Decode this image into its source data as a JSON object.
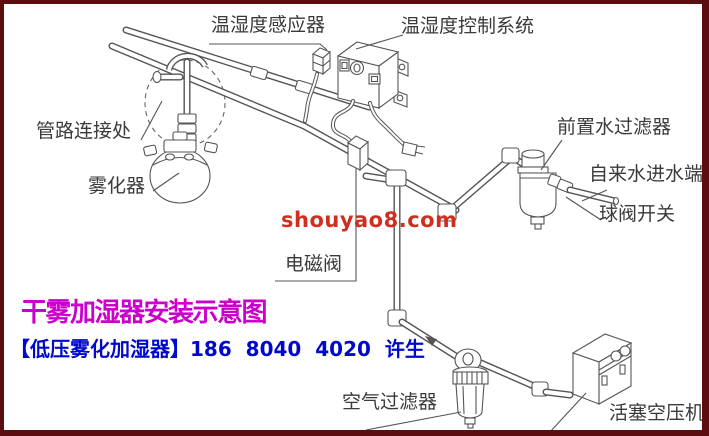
{
  "diagram": {
    "title": "干雾加湿器安装示意图",
    "contact": "【低压雾化加湿器】186  8040  4020  许生",
    "watermark": "shouyao8.com",
    "labels": {
      "sensor": "温湿度感应器",
      "control_system": "温湿度控制系统",
      "pipe_connection": "管路连接处",
      "atomizer": "雾化器",
      "pre_water_filter": "前置水过滤器",
      "tap_water_inlet": "自来水进水端",
      "ball_valve": "球阀开关",
      "solenoid_valve": "电磁阀",
      "air_filter": "空气过滤器",
      "piston_compressor": "活塞空压机"
    },
    "colors": {
      "title": "#cc00cc",
      "contact": "#0008cc",
      "watermark": "#cf2e21",
      "line_art": "#555555",
      "border": "#5c0e0e"
    }
  }
}
